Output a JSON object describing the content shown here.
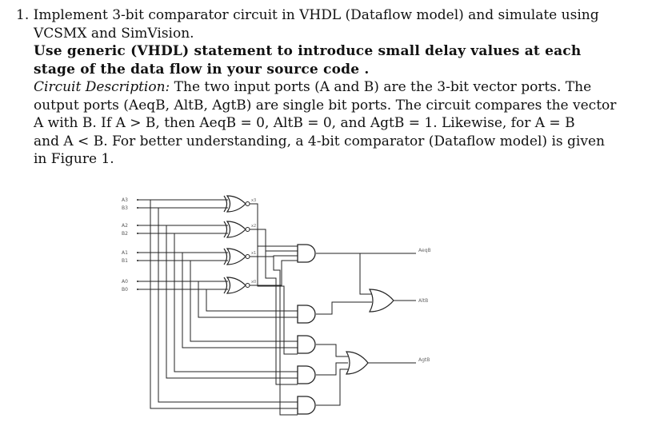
{
  "question": {
    "line1": "1. Implement 3-bit comparator circuit in VHDL (Dataflow model) and simulate using",
    "line2": "VCSMX and SimVision.",
    "bold_line1": "Use generic (VHDL) statement to introduce small delay values at each",
    "bold_line2": "stage of the data flow in your source code .",
    "desc_label": "Circuit Description:",
    "desc_line1_rest": " The two input ports (A and B) are the 3-bit vector ports. The",
    "desc_line2": "output ports (AeqB, AltB, AgtB) are single bit ports. The circuit compares the vector",
    "desc_line3": "A with B. If A > B, then AeqB = 0, AltB = 0, and AgtB = 1. Likewise, for A = B",
    "desc_line4": "and A < B. For better understanding, a 4-bit comparator (Dataflow model) is given",
    "desc_line5": "in Figure 1."
  },
  "figure": {
    "inputs": [
      "A3",
      "B3",
      "A2",
      "B2",
      "A1",
      "B1",
      "A0",
      "B0"
    ],
    "xnor_labels": [
      "x3",
      "x2",
      "x1",
      "x0"
    ],
    "outputs": [
      "AeqB",
      "AltB",
      "AgtB"
    ]
  }
}
